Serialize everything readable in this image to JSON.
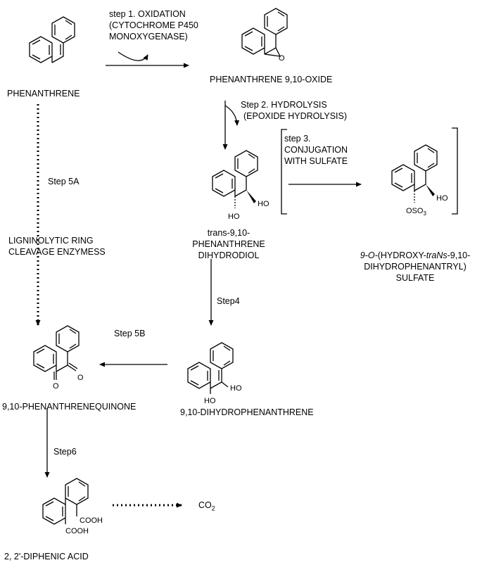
{
  "compounds": {
    "phenanthrene": "PHENANTHRENE",
    "oxide": "PHENANTHRENE 9,10-OXIDE",
    "dihydrodiol": [
      "trans-9,10-",
      "PHENANTHRENE",
      "DIHYDRODIOL"
    ],
    "sulfate": {
      "line1_prefix": "9-O-",
      "line1_mid": "(HYDROXY-",
      "line1_italic": "traNs",
      "line1_suffix": "-9,10-",
      "line2": "DIHYDROPHENANTRYL)",
      "line3": "SULFATE"
    },
    "quinone": "9,10-PHENANTHRENEQUINONE",
    "dihydrophen": "9,10-DIHYDROPHENANTHRENE",
    "diphenic": "2, 2'-DIPHENIC ACID",
    "co2": "CO",
    "co2_sub": "2"
  },
  "steps": {
    "step1": [
      "step 1. OXIDATION",
      "(CYTOCHROME P450",
      "MONOXYGENASE)"
    ],
    "step2": [
      "Step 2. HYDROLYSIS",
      "(EPOXIDE HYDROLYSIS)"
    ],
    "step3": [
      "step 3.",
      "CONJUGATION",
      "WITH SULFATE"
    ],
    "step4": "Step4",
    "step5a": "Step 5A",
    "step5a_desc": [
      "LIGNINOLYTIC RING",
      "CLEAVAGE ENZYMESS"
    ],
    "step5b": "Step 5B",
    "step6": "Step6"
  },
  "groups": {
    "oh": "HO",
    "ho": "HO",
    "oso3": "OSO",
    "oso3_sub": "3",
    "o": "O",
    "cooh": "COOH"
  }
}
